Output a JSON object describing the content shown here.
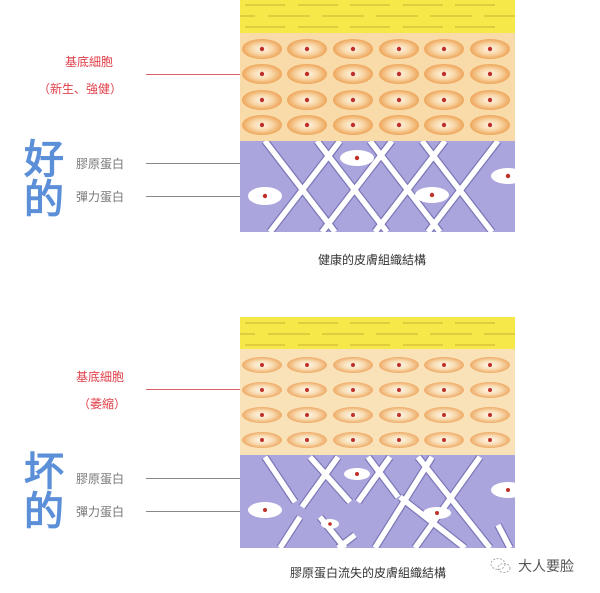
{
  "diagrams": [
    {
      "verdict": "好的",
      "verdict_chars": [
        "好",
        "的"
      ],
      "labels": {
        "basal_cells": "基底細胞",
        "basal_state": "（新生、強健）",
        "collagen": "膠原蛋白",
        "elastin": "彈力蛋白"
      },
      "caption": "健康的皮膚組織結構"
    },
    {
      "verdict": "坏的",
      "verdict_chars": [
        "坏",
        "的"
      ],
      "labels": {
        "basal_cells": "基底細胞",
        "basal_state": "（萎縮）",
        "collagen": "膠原蛋白",
        "elastin": "彈力蛋白"
      },
      "caption": "膠原蛋白流失的皮膚組織結構"
    }
  ],
  "watermark": {
    "icon": "wechat-bubble-icon",
    "text": "大人要脸"
  },
  "colors": {
    "epidermis_yellow": "#f7e84a",
    "cell_layer": "#f8d9a0",
    "cell": "#f2b56a",
    "nucleus": "#c0302a",
    "dermis": "#aaa6dd",
    "fiber": "#ffffff",
    "verdict_blue": "#5b8fd8",
    "label_red": "#e0404a"
  }
}
